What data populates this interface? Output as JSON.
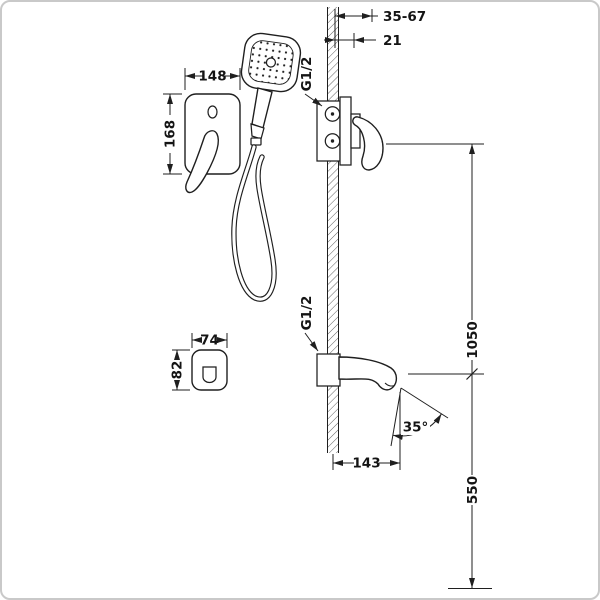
{
  "dims": {
    "wall_depth_range": "35-67",
    "wall_depth_min": "21",
    "trim_plate_width": "148",
    "trim_plate_height": "168",
    "top_connection": "G1/2",
    "bottom_connection": "G1/2",
    "spout_plate_width": "74",
    "spout_plate_height": "82",
    "valve_height": "1050",
    "spout_height": "550",
    "spout_reach": "143",
    "spout_swivel_angle": "35°"
  }
}
